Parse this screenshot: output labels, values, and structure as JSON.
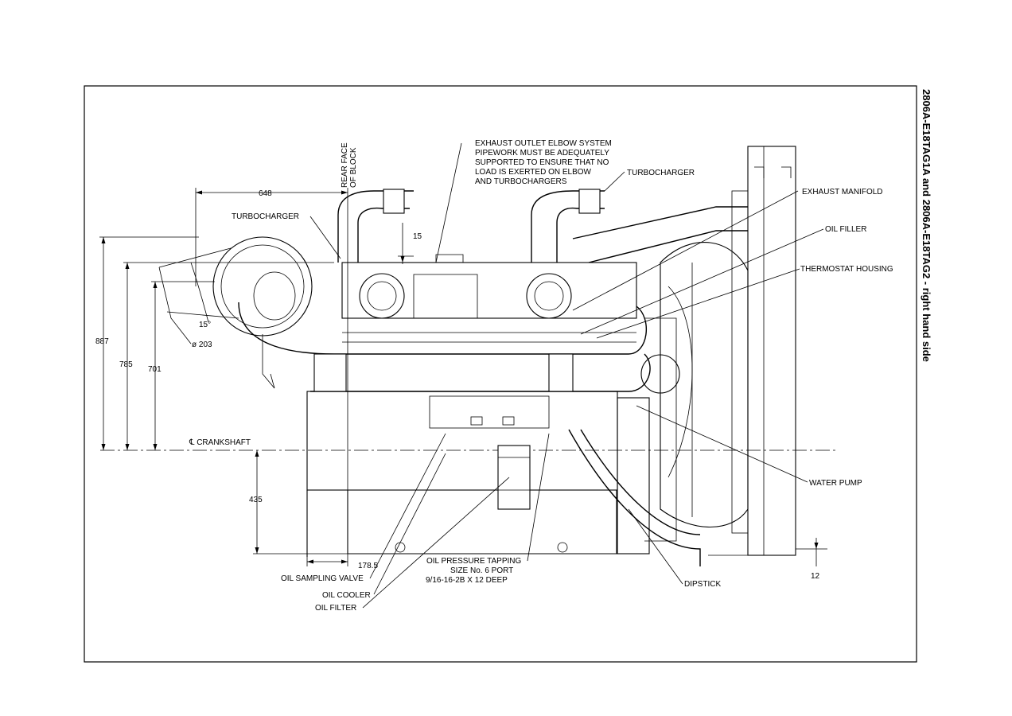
{
  "title": "2806A-E18TAG1A and 2806A-E18TAG2 - right hand side",
  "callouts": {
    "exhaust_note": [
      "EXHAUST OUTLET ELBOW SYSTEM",
      "PIPEWORK MUST BE ADEQUATELY",
      "SUPPORTED TO ENSURE THAT NO",
      "LOAD IS EXERTED ON ELBOW",
      "AND TURBOCHARGERS"
    ],
    "turbocharger_right": "TURBOCHARGER",
    "turbocharger_left": "TURBOCHARGER",
    "exhaust_manifold": "EXHAUST MANIFOLD",
    "oil_filler": "OIL FILLER",
    "thermostat_housing": "THERMOSTAT HOUSING",
    "water_pump": "WATER PUMP",
    "dipstick": "DIPSTICK",
    "oil_pressure_tapping": [
      "OIL PRESSURE TAPPING",
      "SIZE No. 6 PORT",
      "9/16-16-2B X 12 DEEP"
    ],
    "oil_sampling_valve": "OIL SAMPLING VALVE",
    "oil_cooler": "OIL COOLER",
    "oil_filter": "OIL FILTER",
    "rear_face": [
      "REAR FACE",
      "OF BLOCK"
    ],
    "crankshaft": "℄ CRANKSHAFT"
  },
  "dimensions": {
    "d648": "648",
    "d15": "15",
    "d887": "887",
    "d785": "785",
    "d701": "701",
    "d435": "435",
    "d178_5": "178.5",
    "d12": "12",
    "angle": "15°",
    "diameter": "ø 203"
  }
}
